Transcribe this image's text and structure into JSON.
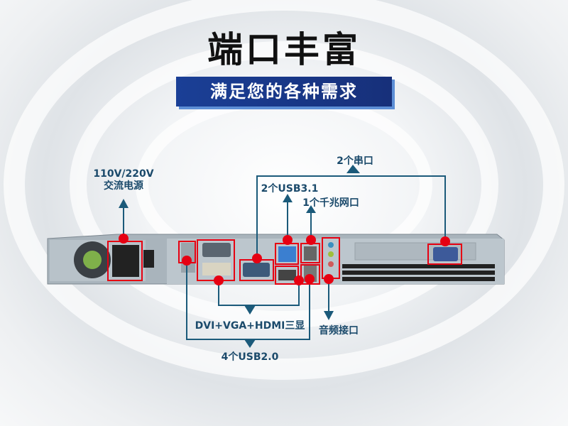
{
  "title": "端口丰富",
  "subtitle": "满足您的各种需求",
  "labels": {
    "power_line1": "110V/220V",
    "power_line2": "交流电源",
    "serial": "2个串口",
    "usb31": "2个USB3.1",
    "lan": "1个千兆网口",
    "display": "DVI+VGA+HDMI三显",
    "audio": "音频接口",
    "usb20": "4个USB2.0"
  },
  "colors": {
    "line": "#1b5a7a",
    "marker": "#e60012",
    "banner": "#1a3f96"
  }
}
